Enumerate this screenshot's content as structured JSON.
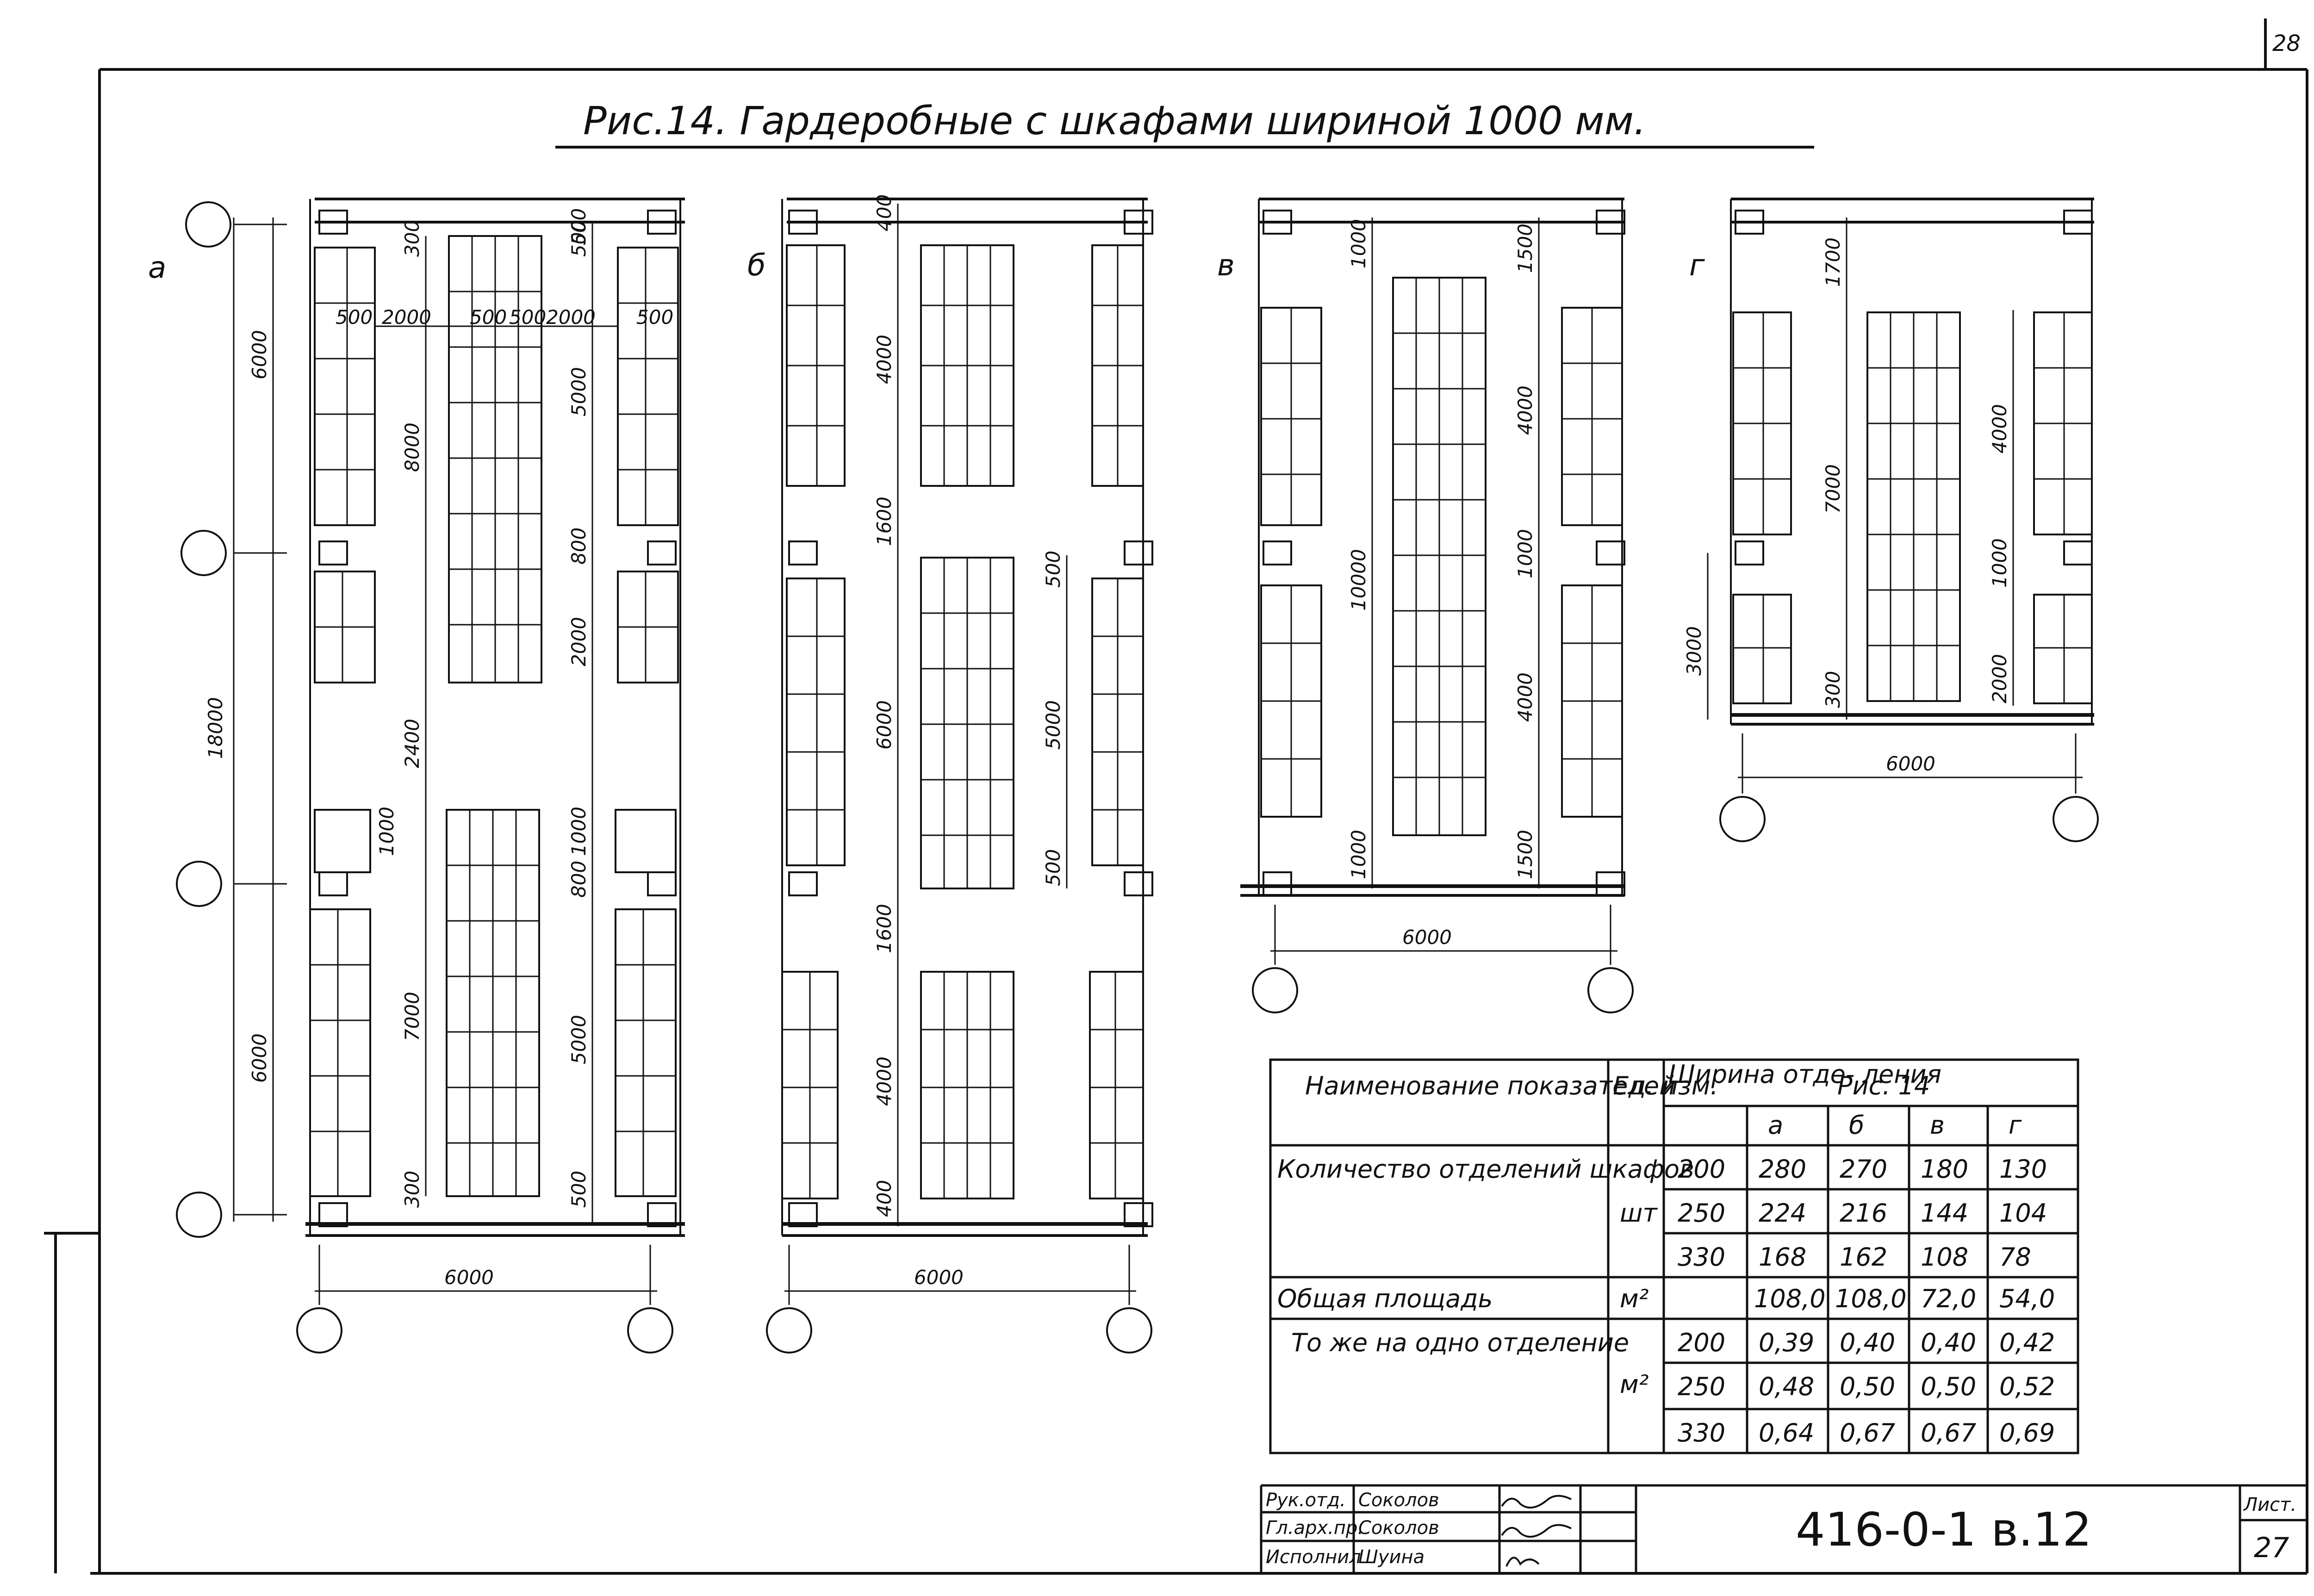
{
  "sheet": {
    "corner_number": "28",
    "title": "Рис.14. Гардеробные с шкафами шириной 1000 мм.",
    "panel_labels": [
      "а",
      "б",
      "в",
      "г"
    ]
  },
  "dimensions": {
    "a": {
      "left_tall": [
        "6000",
        "18000",
        "6000"
      ],
      "inner": [
        "8000",
        "2400",
        "7000"
      ],
      "right": [
        "5000",
        "2000",
        "5000"
      ],
      "small": [
        "300",
        "500",
        "800",
        "800",
        "1000",
        "1000",
        "300",
        "500",
        "500"
      ],
      "horiz": [
        "500",
        "2000",
        "500",
        "500",
        "2000",
        "500"
      ],
      "bottom": "6000"
    },
    "b": {
      "left": [
        "400",
        "4000",
        "1600",
        "6000",
        "1600",
        "4000",
        "400"
      ],
      "right": [
        "500",
        "5000",
        "500"
      ],
      "bottom": "6000"
    },
    "v": {
      "left": [
        "1000",
        "10000",
        "1000"
      ],
      "right": [
        "1500",
        "4000",
        "1000",
        "4000",
        "1500"
      ],
      "bottom": "6000"
    },
    "g": {
      "left": [
        "1700",
        "7000",
        "300"
      ],
      "side": "3000",
      "right": [
        "4000",
        "1000",
        "2000"
      ],
      "bottom": "6000"
    }
  },
  "table": {
    "headers": {
      "name": "Наименование показателей",
      "unit": "Ед. изм.",
      "width": "Ширина отде- ления",
      "fig": "Рис. 14",
      "cols": [
        "а",
        "б",
        "в",
        "г"
      ]
    },
    "rows": [
      {
        "name": "Количество отделений шкафов",
        "unit": "шт",
        "sub": [
          {
            "w": "200",
            "v": [
              "280",
              "270",
              "180",
              "130"
            ]
          },
          {
            "w": "250",
            "v": [
              "224",
              "216",
              "144",
              "104"
            ]
          },
          {
            "w": "330",
            "v": [
              "168",
              "162",
              "108",
              "78"
            ]
          }
        ]
      },
      {
        "name": "Общая площадь",
        "unit": "м²",
        "sub": [
          {
            "w": "",
            "v": [
              "108,0",
              "108,0",
              "72,0",
              "54,0"
            ]
          }
        ]
      },
      {
        "name": "То же на одно отделение",
        "unit": "м²",
        "sub": [
          {
            "w": "200",
            "v": [
              "0,39",
              "0,40",
              "0,40",
              "0,42"
            ]
          },
          {
            "w": "250",
            "v": [
              "0,48",
              "0,50",
              "0,50",
              "0,52"
            ]
          },
          {
            "w": "330",
            "v": [
              "0,64",
              "0,67",
              "0,67",
              "0,69"
            ]
          }
        ]
      }
    ]
  },
  "stamp": {
    "roles": [
      "Рук.отд.",
      "Гл.арх.пр.",
      "Исполнил"
    ],
    "names": [
      "Соколов",
      "Соколов",
      "Шуина"
    ],
    "code": "416-0-1 в.12",
    "sheet_label": "Лист.",
    "sheet_no": "27"
  }
}
